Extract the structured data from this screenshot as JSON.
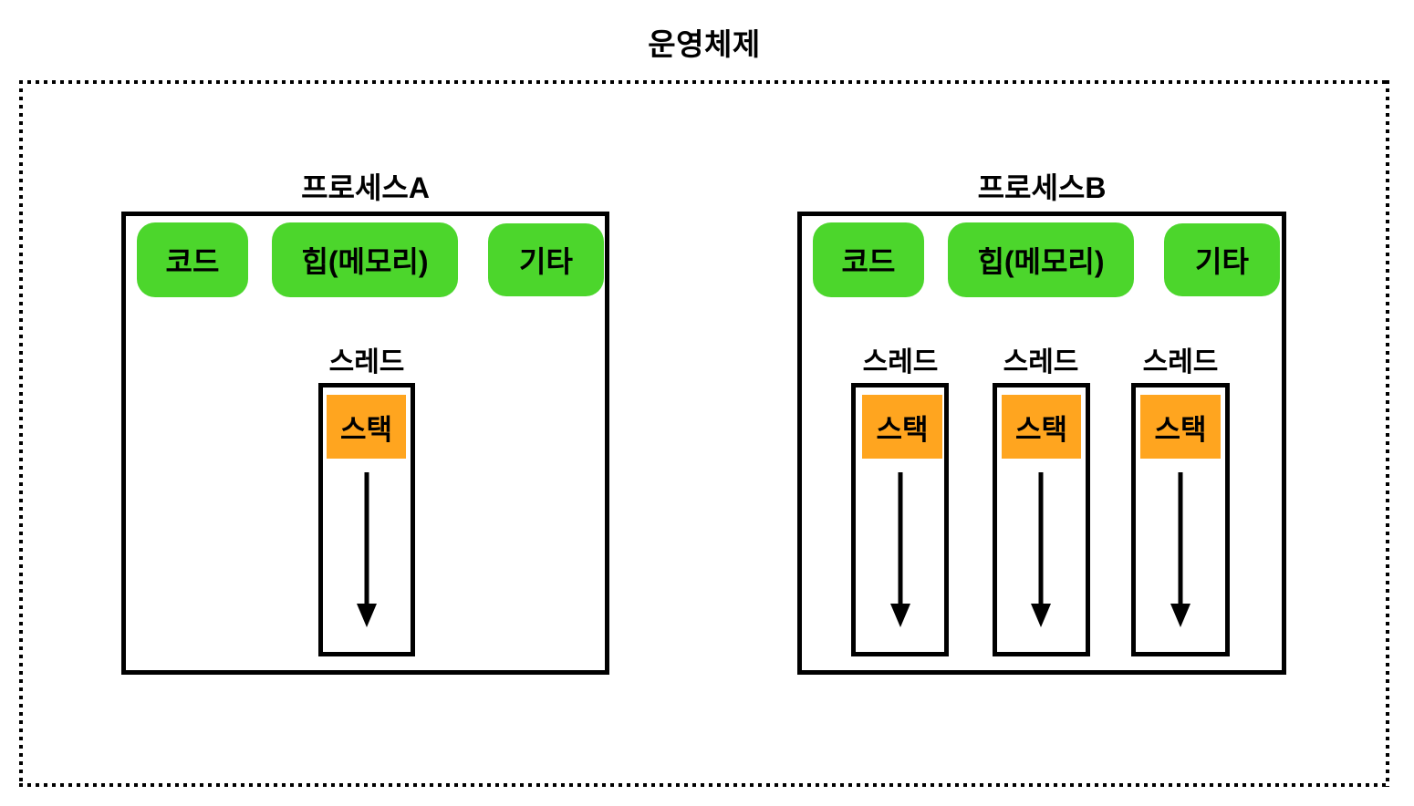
{
  "diagram": {
    "title": "운영체제",
    "colors": {
      "segment_green": "#4CD62C",
      "stack_orange": "#FFA51F",
      "line_black": "#000000",
      "background": "#FFFFFF"
    },
    "process_a": {
      "label": "프로세스A",
      "segments": [
        "코드",
        "힙(메모리)",
        "기타"
      ],
      "threads": [
        {
          "label": "스레드",
          "stack_label": "스택",
          "arrow": "down-arrow"
        }
      ]
    },
    "process_b": {
      "label": "프로세스B",
      "segments": [
        "코드",
        "힙(메모리)",
        "기타"
      ],
      "threads": [
        {
          "label": "스레드",
          "stack_label": "스택",
          "arrow": "down-arrow"
        },
        {
          "label": "스레드",
          "stack_label": "스택",
          "arrow": "down-arrow"
        },
        {
          "label": "스레드",
          "stack_label": "스택",
          "arrow": "down-arrow"
        }
      ]
    }
  }
}
